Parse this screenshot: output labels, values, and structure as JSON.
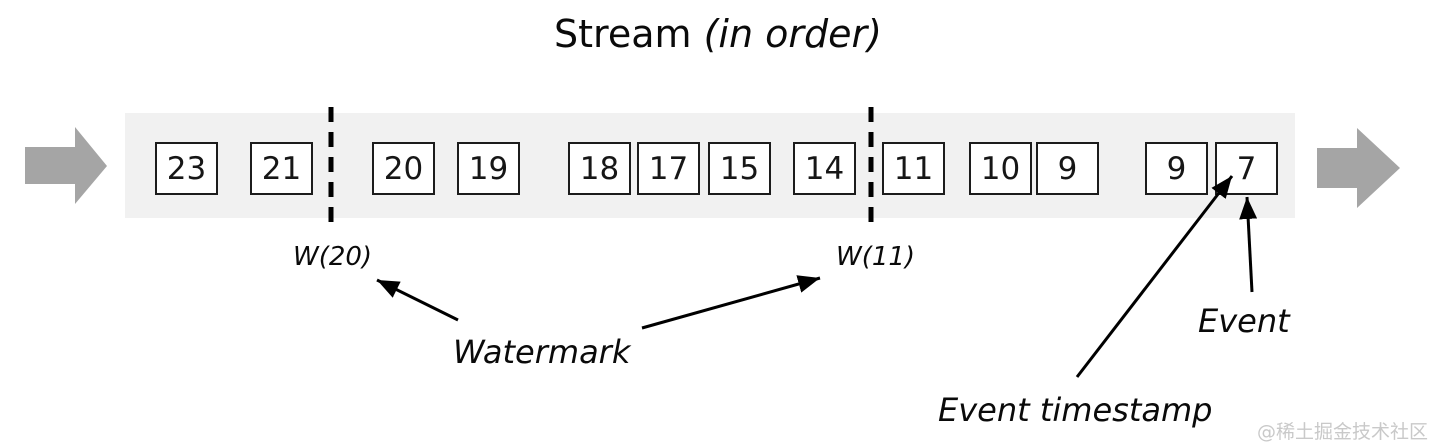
{
  "title": {
    "text": "Stream ",
    "qualifier": "(in order)"
  },
  "stream": {
    "events": [
      "23",
      "21",
      "20",
      "19",
      "18",
      "17",
      "15",
      "14",
      "11",
      "10",
      "9",
      "9",
      "7"
    ],
    "watermarks": [
      {
        "label": "W(20)"
      },
      {
        "label": "W(11)"
      }
    ]
  },
  "annotations": {
    "watermark_label": "Watermark",
    "event_label": "Event",
    "event_timestamp_label": "Event timestamp"
  },
  "footer": {
    "credit": "@稀土掘金技术社区"
  },
  "colors": {
    "band": "#f1f1f1",
    "block_arrow": "#a5a5a5",
    "box_fill": "#ffffff",
    "box_border": "#1c1c1c",
    "annotation": "#000000",
    "credit": "#c9c9c9"
  }
}
